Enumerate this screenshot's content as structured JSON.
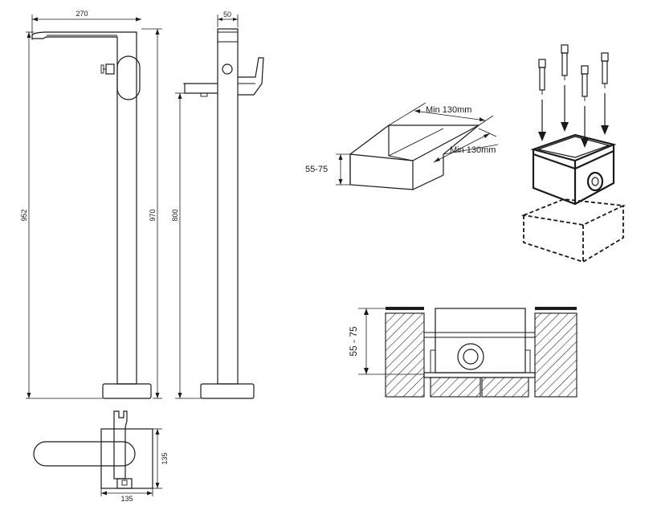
{
  "dimensions": {
    "front_width": "270",
    "front_height_total": "952",
    "side_depth": "50",
    "side_height": "970",
    "spout_height": "800",
    "base_depth": "135",
    "base_width": "135"
  },
  "niche": {
    "depth": "55-75",
    "length_label": "Min 130mm",
    "width_label": "Min 130mm"
  },
  "section": {
    "depth": "55 - 75"
  },
  "colors": {
    "line": "#1a1a1a",
    "background": "#ffffff"
  }
}
